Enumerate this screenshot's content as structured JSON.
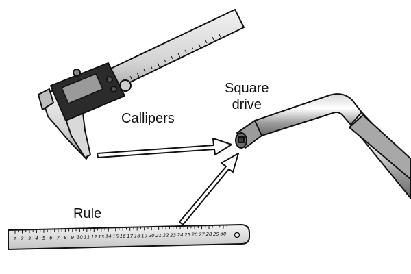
{
  "labels": {
    "callipers": "Callipers",
    "square_drive_line1": "Square",
    "square_drive_line2": "drive",
    "rule": "Rule"
  },
  "rule_numbers": [
    "1",
    "2",
    "3",
    "4",
    "5",
    "6",
    "7",
    "8",
    "9",
    "10",
    "11",
    "12",
    "13",
    "14",
    "15",
    "16",
    "17",
    "18",
    "19",
    "20",
    "21",
    "22",
    "23",
    "24",
    "25",
    "26",
    "27",
    "28",
    "29",
    "30"
  ],
  "colors": {
    "outline": "#111111",
    "metal_light": "#e6e6e6",
    "metal_mid": "#bdbdbd",
    "metal_dark": "#7a7a7a",
    "caliper_body": "#2b2b2b",
    "arrow_fill": "#ffffff"
  },
  "icons": [
    "vernier-calliper-icon",
    "steel-rule-icon",
    "square-drive-wrench-icon",
    "pointer-arrow-icon"
  ]
}
